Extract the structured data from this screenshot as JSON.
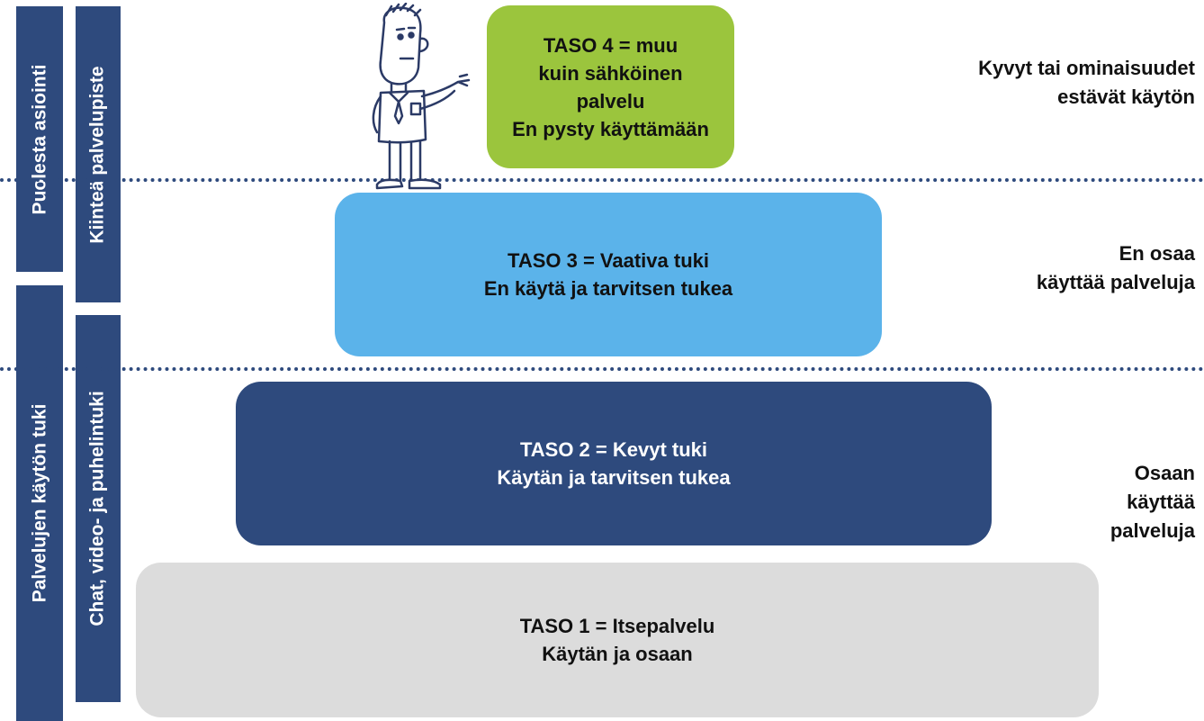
{
  "side_labels": {
    "proxy": "Puolesta asiointi",
    "support": "Palvelujen käytön tuki",
    "service_point": "Kiinteä palvelupiste",
    "remote": "Chat, video- ja puhelintuki"
  },
  "levels": [
    {
      "lines": [
        "TASO 4 = muu",
        "kuin sähköinen",
        "palvelu",
        "En pysty käyttämään"
      ]
    },
    {
      "lines": [
        "TASO 3 = Vaativa tuki",
        "En käytä ja tarvitsen tukea"
      ]
    },
    {
      "lines": [
        "TASO 2 = Kevyt tuki",
        "Käytän ja tarvitsen tukea"
      ]
    },
    {
      "lines": [
        "TASO 1 = Itsepalvelu",
        "Käytän ja osaan"
      ]
    }
  ],
  "right_labels": [
    {
      "lines": [
        "Kyvyt tai ominaisuudet",
        "estävät käytön"
      ]
    },
    {
      "lines": [
        "En osaa",
        "käyttää palveluja"
      ]
    },
    {
      "lines": [
        "Osaan",
        "käyttää",
        "palveluja"
      ]
    }
  ],
  "colors": {
    "level_4": "#9bc53d",
    "level_3": "#5bb3ea",
    "level_2": "#2e4a7d",
    "level_1": "#dcdcdc",
    "side_bar": "#2e4a7d"
  },
  "icons": {
    "figure": "cartoon-man-pointing-icon"
  }
}
